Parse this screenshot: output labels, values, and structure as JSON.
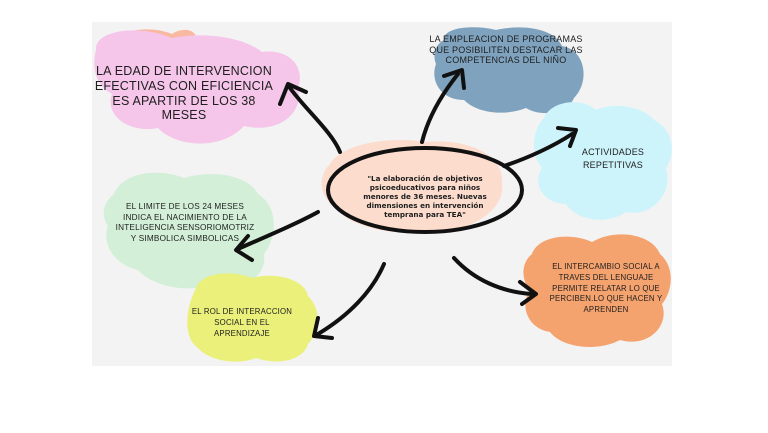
{
  "colors": {
    "pink": "#f5c6ea",
    "blue": "#7fa3bf",
    "cyan": "#cdf4fb",
    "green": "#d3efd8",
    "yellow": "#eaf07a",
    "orange": "#f4a26e",
    "peach": "#fbdccd",
    "salmon": "#f9b8a0",
    "ink": "#111111"
  },
  "center": {
    "text": "\"La elaboración de objetivos psicoeducativos para niños menores de 36 meses. Nuevas dimensiones en intervención temprana para TEA\""
  },
  "nodes": [
    {
      "id": "edad",
      "color": "pink",
      "text": "LA EDAD DE INTERVENCION EFECTIVAS CON EFICIENCIA ES APARTIR DE LOS 38 MESES"
    },
    {
      "id": "programas",
      "color": "blue",
      "text": "LA EMPLEACION DE PROGRAMAS QUE POSIBILITEN DESTACAR LAS COMPETENCIAS DEL NIÑO"
    },
    {
      "id": "actividades",
      "color": "cyan",
      "text": "ACTIVIDADES REPETITIVAS"
    },
    {
      "id": "limite",
      "color": "green",
      "text": "EL LIMITE DE LOS 24 MESES INDICA EL NACIMIENTO DE LA INTELIGENCIA SENSORIOMOTRIZ Y SIMBOLICA SIMBOLICAS"
    },
    {
      "id": "rol",
      "color": "yellow",
      "text": "EL ROL DE INTERACCION SOCIAL EN EL APRENDIZAJE"
    },
    {
      "id": "intercambio",
      "color": "orange",
      "text": "EL INTERCAMBIO SOCIAL A TRAVES DEL LENGUAJE PERMITE RELATAR LO QUE PERCIBEN.LO QUE HACEN Y APRENDEN"
    }
  ]
}
